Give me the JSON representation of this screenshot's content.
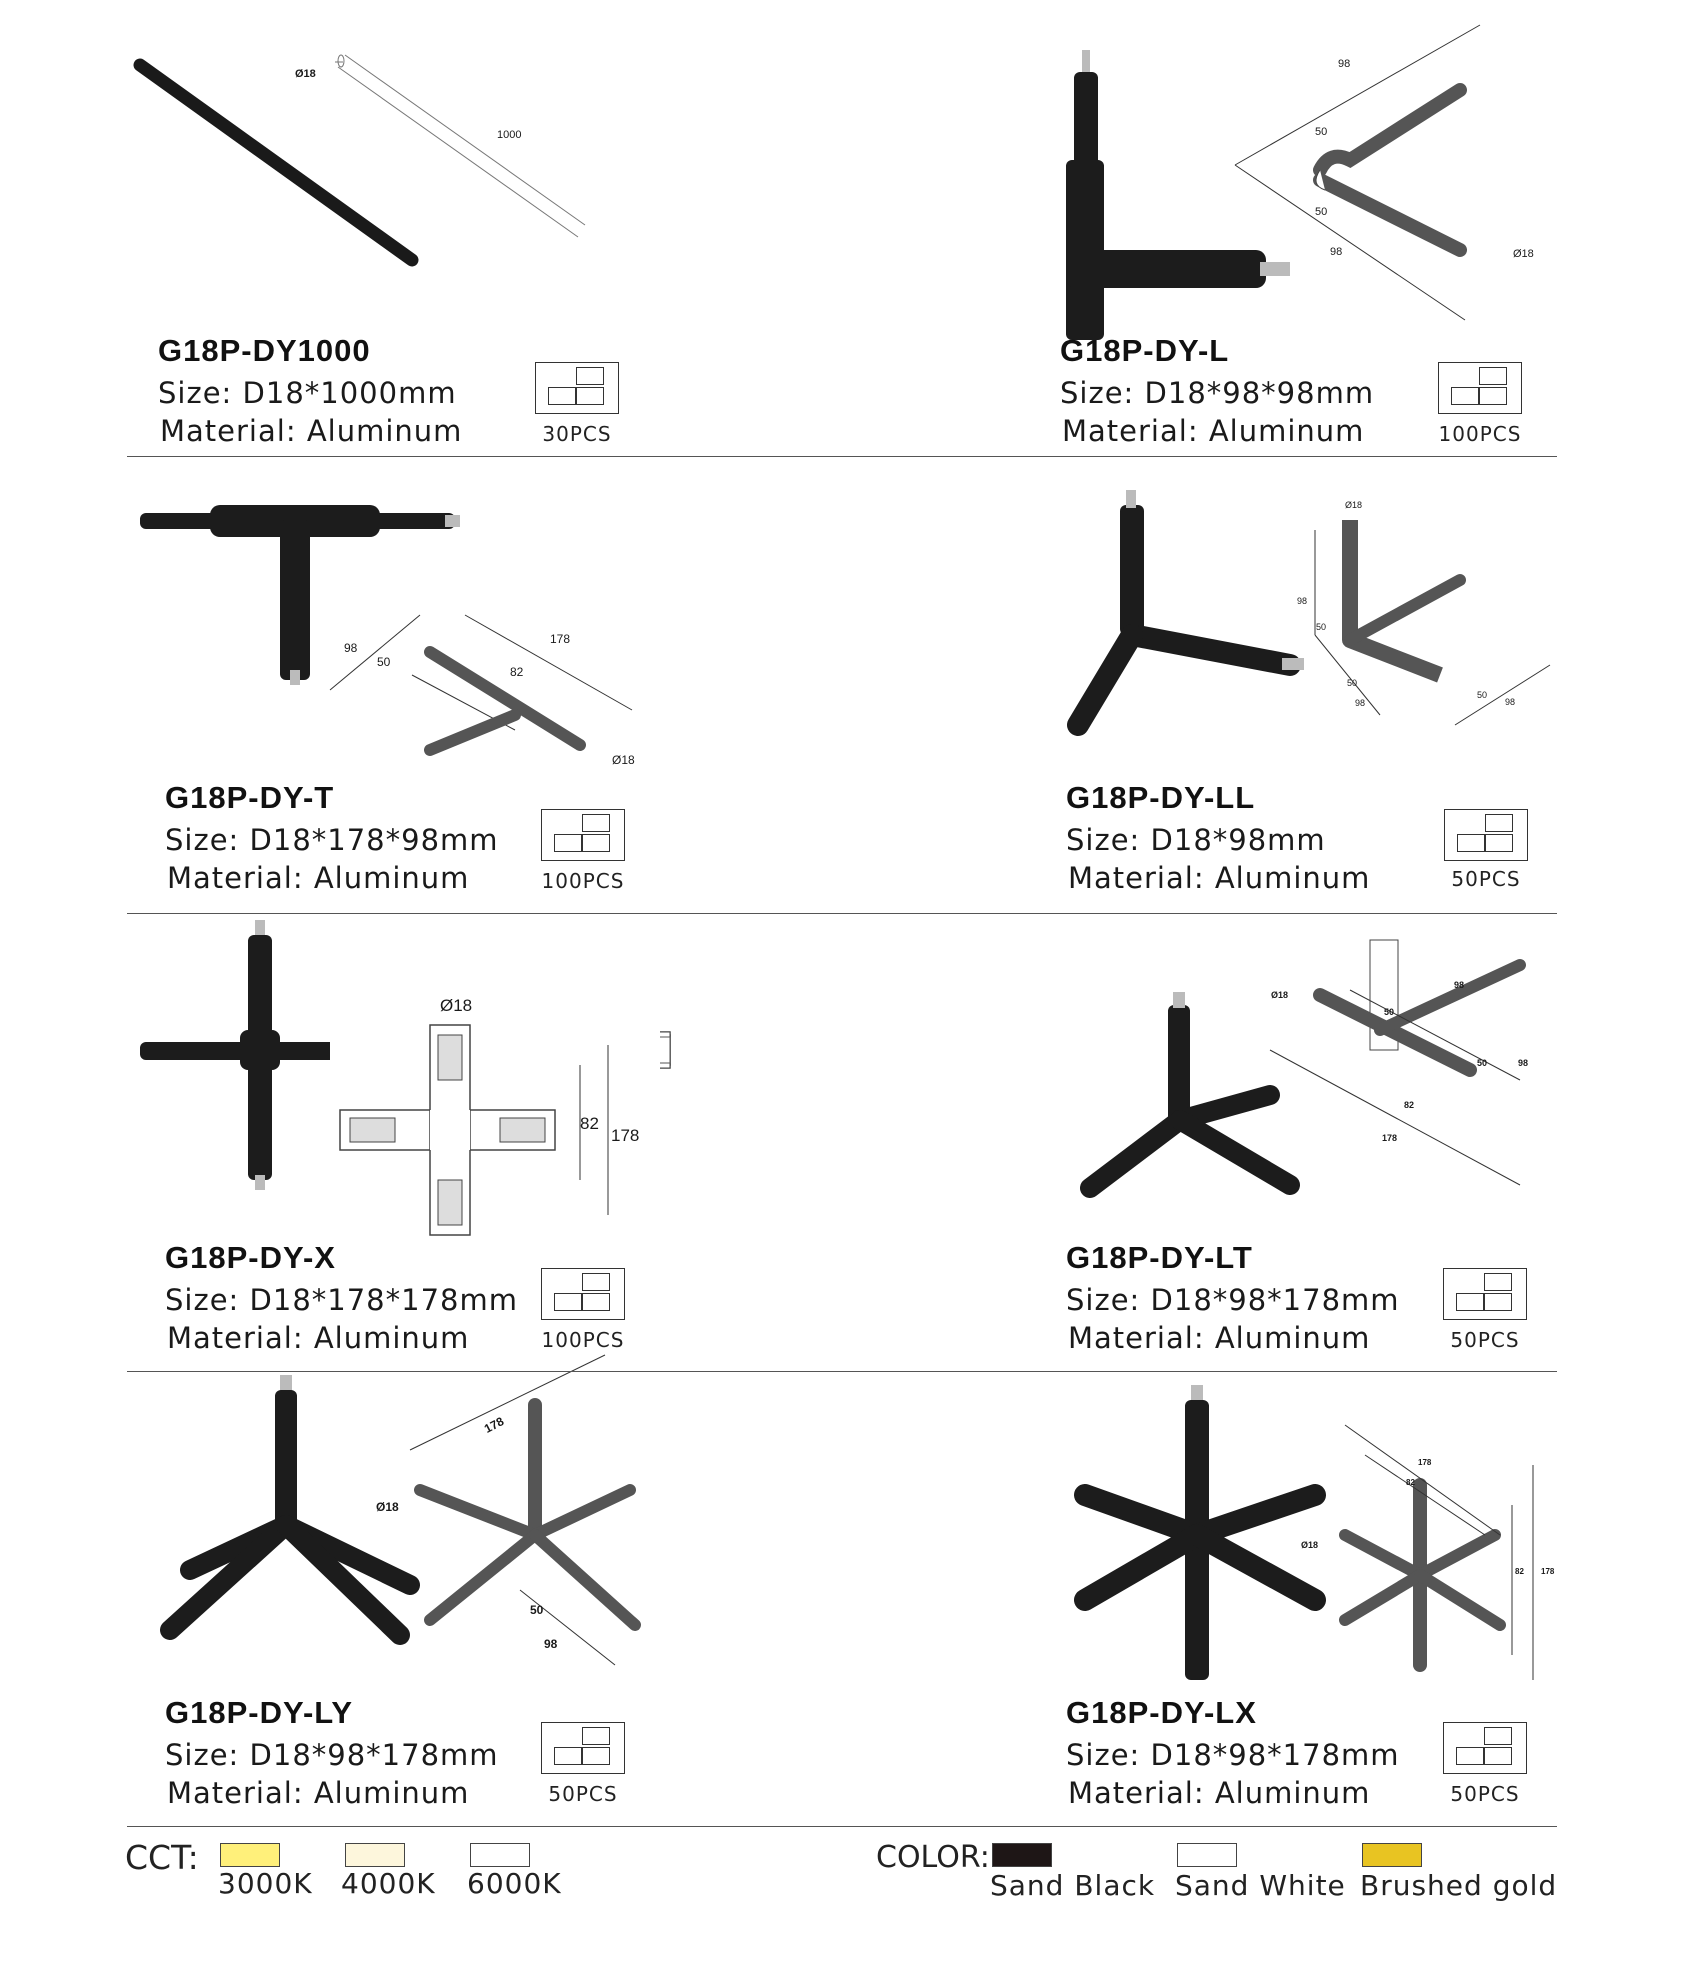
{
  "products": [
    {
      "model": "G18P-DY1000",
      "size_label": "Size:",
      "size_value": "D18*1000mm",
      "material_label": "Material:",
      "material_value": "Aluminum",
      "pcs": "30PCS"
    },
    {
      "model": "G18P-DY-L",
      "size_label": "Size:",
      "size_value": "D18*98*98mm",
      "material_label": "Material:",
      "material_value": "Aluminum",
      "pcs": "100PCS"
    },
    {
      "model": "G18P-DY-T",
      "size_label": "Size:",
      "size_value": "D18*178*98mm",
      "material_label": "Material:",
      "material_value": "Aluminum",
      "pcs": "100PCS"
    },
    {
      "model": "G18P-DY-LL",
      "size_label": "Size:",
      "size_value": "D18*98mm",
      "material_label": "Material:",
      "material_value": "Aluminum",
      "pcs": "50PCS"
    },
    {
      "model": "G18P-DY-X",
      "size_label": "Size:",
      "size_value": "D18*178*178mm",
      "material_label": "Material:",
      "material_value": "Aluminum",
      "pcs": "100PCS"
    },
    {
      "model": "G18P-DY-LT",
      "size_label": "Size:",
      "size_value": "D18*98*178mm",
      "material_label": "Material:",
      "material_value": "Aluminum",
      "pcs": "50PCS"
    },
    {
      "model": "G18P-DY-LY",
      "size_label": "Size:",
      "size_value": "D18*98*178mm",
      "material_label": "Material:",
      "material_value": "Aluminum",
      "pcs": "50PCS"
    },
    {
      "model": "G18P-DY-LX",
      "size_label": "Size:",
      "size_value": "D18*98*178mm",
      "material_label": "Material:",
      "material_value": "Aluminum",
      "pcs": "50PCS"
    }
  ],
  "dims": {
    "dy1000": {
      "dia": "Ø18",
      "len": "1000"
    },
    "l": {
      "a": "98",
      "b": "50",
      "c": "50",
      "d": "98",
      "dia": "Ø18"
    },
    "t": {
      "a": "98",
      "b": "50",
      "c": "178",
      "d": "82",
      "dia": "Ø18"
    },
    "ll": {
      "dia": "Ø18",
      "a": "98",
      "b": "50",
      "c": "50",
      "d": "98",
      "e": "50",
      "f": "98"
    },
    "x": {
      "dia": "Ø18",
      "a": "82",
      "b": "178"
    },
    "lt": {
      "dia": "Ø18",
      "a": "50",
      "b": "98",
      "c": "50",
      "d": "98",
      "e": "82",
      "f": "178"
    },
    "ly": {
      "a": "178",
      "dia": "Ø18",
      "b": "50",
      "c": "98"
    },
    "lx": {
      "a": "178",
      "b": "82",
      "dia": "Ø18",
      "c": "82",
      "d": "178"
    }
  },
  "cct": {
    "label": "CCT:",
    "options": [
      {
        "name": "3000K",
        "color": "#fff07a"
      },
      {
        "name": "4000K",
        "color": "#fdf6dc"
      },
      {
        "name": "6000K",
        "color": "#ffffff"
      }
    ]
  },
  "color": {
    "label": "COLOR:",
    "options": [
      {
        "name": "Sand Black",
        "color": "#1e1616"
      },
      {
        "name": "Sand White",
        "color": "#ffffff"
      },
      {
        "name": "Brushed gold",
        "color": "#e8c422"
      }
    ]
  }
}
